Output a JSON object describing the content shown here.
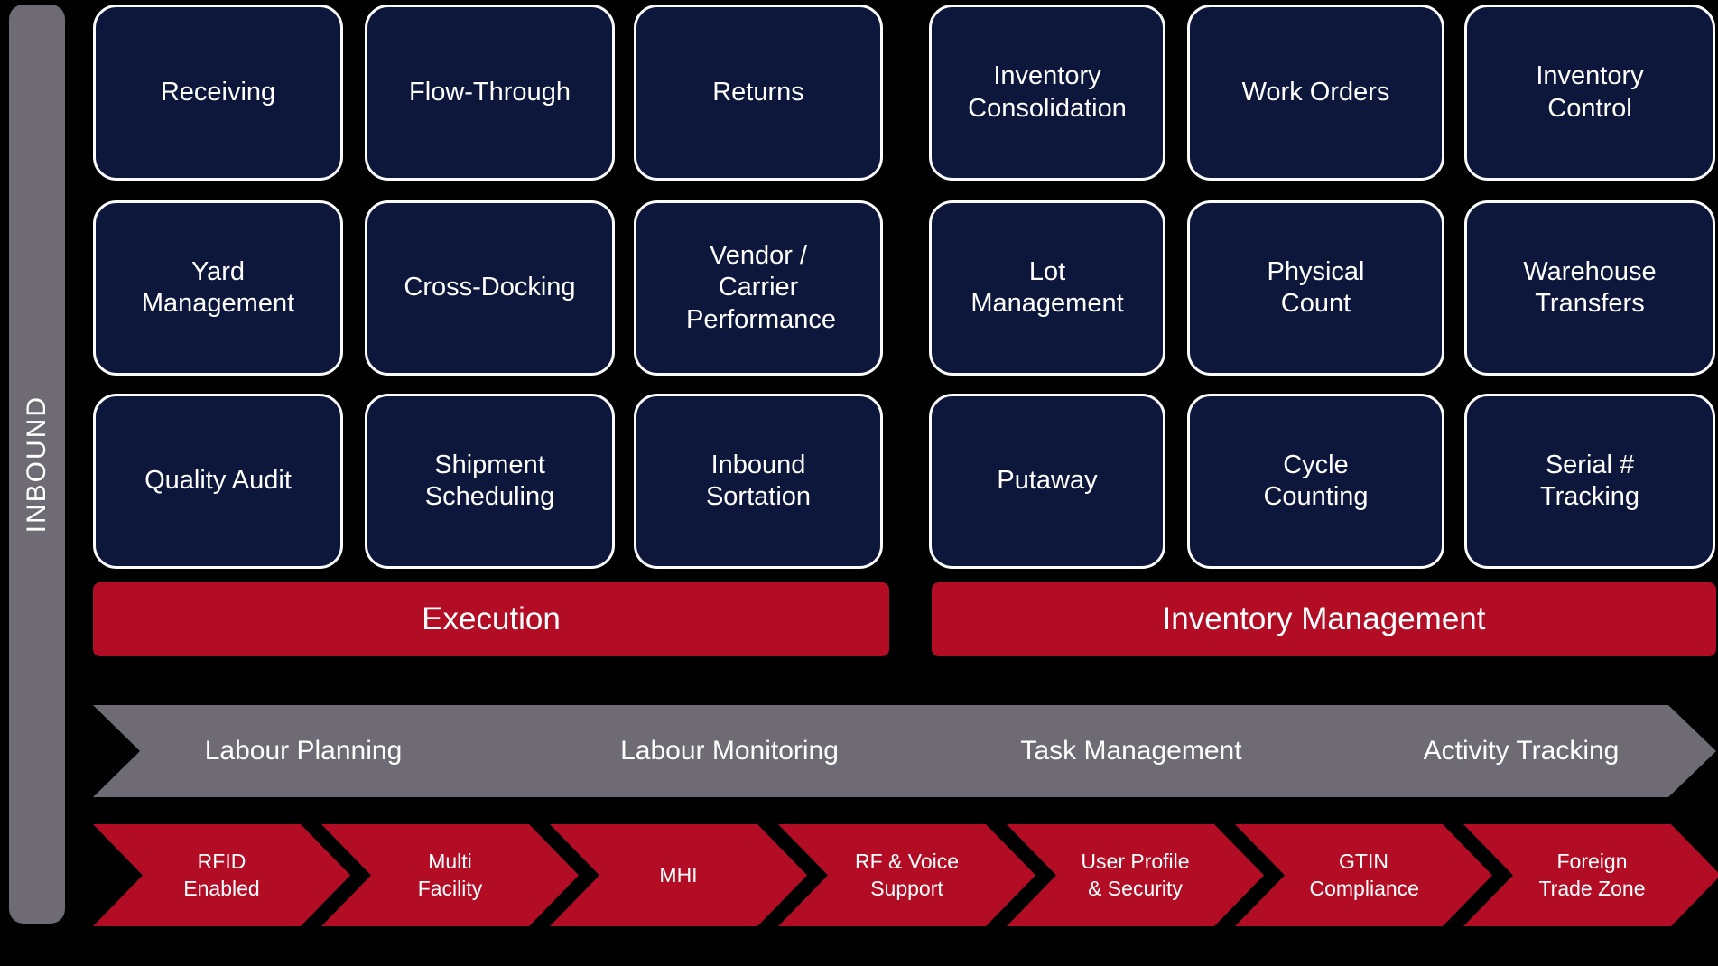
{
  "side_label": "INBOUND",
  "sections": {
    "execution": {
      "label": "Execution",
      "rows": [
        [
          "Receiving",
          "Flow-Through",
          "Returns"
        ],
        [
          "Yard Management",
          "Cross-Docking",
          "Vendor / Carrier Performance"
        ],
        [
          "Quality Audit",
          "Shipment Scheduling",
          "Inbound Sortation"
        ]
      ]
    },
    "inventory_management": {
      "label": "Inventory Management",
      "rows": [
        [
          "Inventory Consolidation",
          "Work Orders",
          "Inventory Control"
        ],
        [
          "Lot Management",
          "Physical Count",
          "Warehouse Transfers"
        ],
        [
          "Putaway",
          "Cycle Counting",
          "Serial # Tracking"
        ]
      ]
    }
  },
  "labour_band": {
    "items": [
      "Labour Planning",
      "Labour Monitoring",
      "Task Management",
      "Activity Tracking"
    ]
  },
  "capability_chevrons": {
    "items": [
      "RFID Enabled",
      "Multi Facility",
      "MHI",
      "RF & Voice Support",
      "User Profile & Security",
      "GTIN Compliance",
      "Foreign Trade Zone"
    ]
  },
  "colors": {
    "navy_box": "#0C173B",
    "red_accent": "#B20D24",
    "gray_band": "#6E6B74",
    "background": "#000000",
    "text": "#FFFFFF"
  }
}
